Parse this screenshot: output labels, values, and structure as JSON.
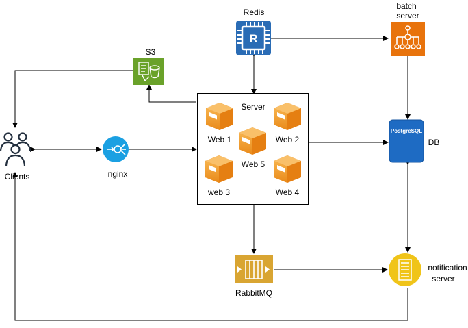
{
  "diagram": {
    "labels": {
      "redis": "Redis",
      "batch_line1": "batch",
      "batch_line2": "server",
      "s3": "S3",
      "server": "Server",
      "web1": "Web 1",
      "web2": "Web 2",
      "web3": "web 3",
      "web4": "Web 4",
      "web5": "Web 5",
      "clients": "Clients",
      "nginx": "nginx",
      "postgres_badge": "PostgreSQL",
      "db": "DB",
      "rabbitmq": "RabbitMQ",
      "notification_line1": "notification",
      "notification_line2": "server",
      "redis_icon_letter": "R"
    },
    "icons": {
      "redis": "redis-chip-icon",
      "batch": "batch-server-icon",
      "s3": "s3-bucket-icon",
      "clients": "users-icon",
      "nginx": "nginx-icon",
      "web": "server-box-icon",
      "postgres": "database-icon",
      "rabbitmq": "message-queue-icon",
      "notification": "notification-server-icon"
    },
    "colors": {
      "redis": "#2A6CB5",
      "batch": "#E8730C",
      "s3": "#6AA22A",
      "nginx": "#1BA0E2",
      "web": "#F59D2A",
      "postgres": "#1E6BC3",
      "rabbitmq": "#D9A532",
      "notification": "#F0C419",
      "edge": "#000000"
    }
  }
}
